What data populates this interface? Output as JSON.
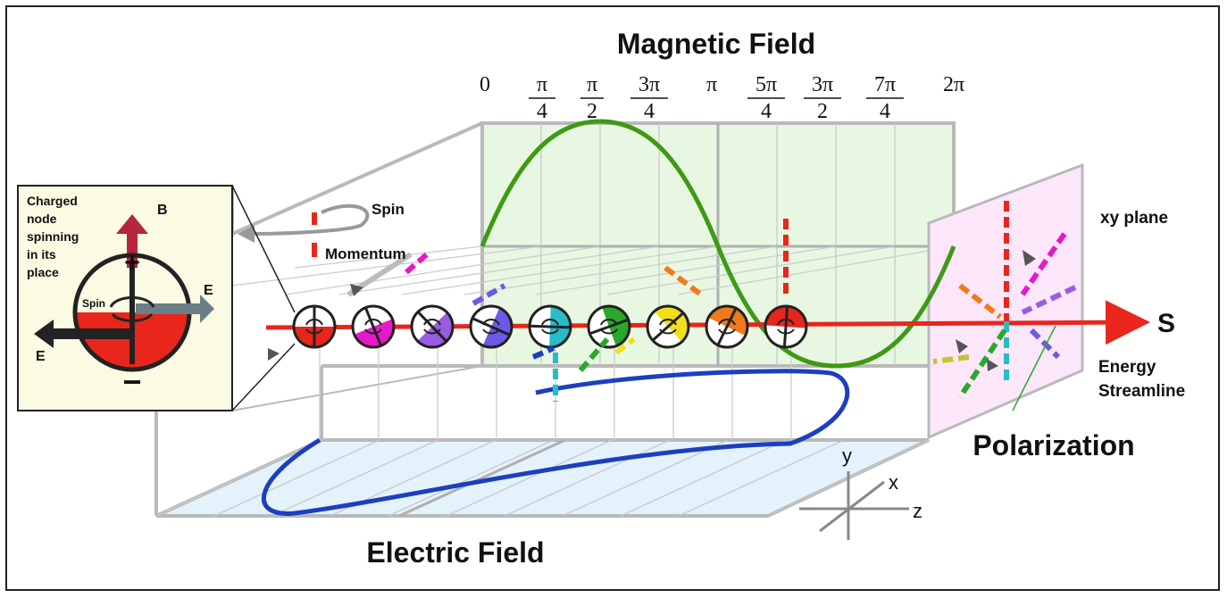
{
  "titles": {
    "magnetic": "Magnetic Field",
    "electric": "Electric Field",
    "polarization": "Polarization"
  },
  "phase_ticks": {
    "zero": "0",
    "pi4_num": "π",
    "pi4_den": "4",
    "pi2_num": "π",
    "pi2_den": "2",
    "3pi4_num": "3π",
    "3pi4_den": "4",
    "pi": "π",
    "5pi4_num": "5π",
    "5pi4_den": "4",
    "3pi2_num": "3π",
    "3pi2_den": "2",
    "7pi4_num": "7π",
    "7pi4_den": "4",
    "2pi": "2π"
  },
  "labels": {
    "spin": "Spin",
    "momentum": "Momentum",
    "xy_plane": "xy plane",
    "s": "S",
    "energy": "Energy",
    "streamline": "Streamline"
  },
  "inset": {
    "line1": "Charged",
    "line2": "node",
    "line3": "spinning",
    "line4": "in its",
    "line5": "place",
    "b": "B",
    "e_right": "E",
    "e_left": "E",
    "spin": "Spin",
    "plus": "+",
    "minus": "−"
  },
  "axes": {
    "y": "y",
    "x": "x",
    "z": "z"
  },
  "colors": {
    "magnetic_wave": "#3d9a14",
    "electric_wave": "#1c3fbf",
    "energy_arrow": "#e8261c",
    "magnetic_plane": "#e8f7e2",
    "electric_plane": "#e3f2fb",
    "polarization_plane": "#fbe6fa",
    "inset_bg": "#fbfae3"
  },
  "nodes": [
    {
      "color": "#e8261c"
    },
    {
      "color": "#e619c8"
    },
    {
      "color": "#9a5ce0"
    },
    {
      "color": "#6a5ae6"
    },
    {
      "color": "#26bcc8"
    },
    {
      "color": "#2aa82a"
    },
    {
      "color": "#f0e01c"
    },
    {
      "color": "#f07a1a"
    },
    {
      "color": "#e8261c"
    }
  ]
}
